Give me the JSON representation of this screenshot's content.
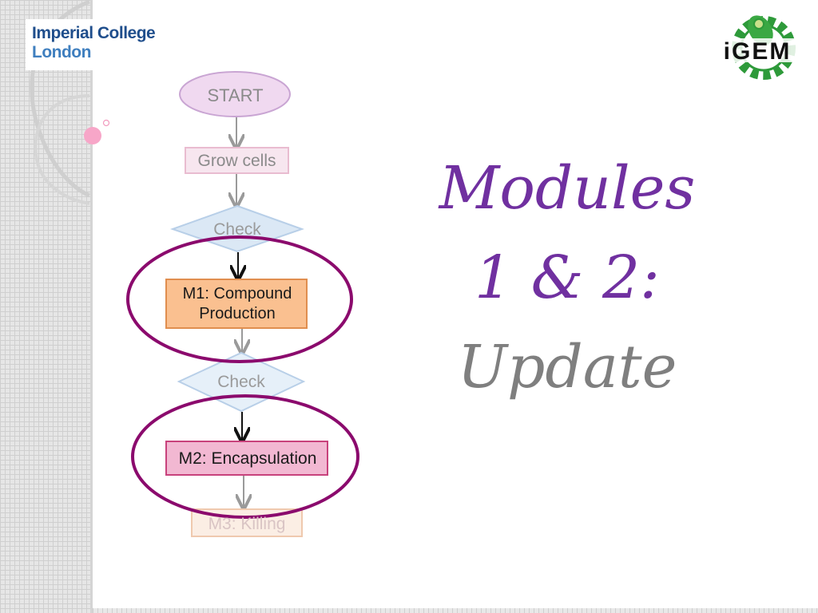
{
  "logo_left": {
    "line1": "Imperial College",
    "line2": "London"
  },
  "logo_right": {
    "text": "iGEM"
  },
  "flowchart": {
    "start": "START",
    "grow": "Grow cells",
    "check1": "Check",
    "m1": "M1: Compound Production",
    "check2": "Check",
    "m2": "M2: Encapsulation",
    "m3": "M3: Killing"
  },
  "title": {
    "line1": "Modules",
    "line2": "1 & 2:",
    "line3": "Update"
  },
  "colors": {
    "accent": "#7030a0",
    "m1_fill": "#fac090",
    "m2_fill": "#f2b8d2",
    "diamond_fill": "#dbe8f5",
    "start_fill": "#f0d9f0",
    "ellipse_stroke": "#8b0a6d"
  }
}
